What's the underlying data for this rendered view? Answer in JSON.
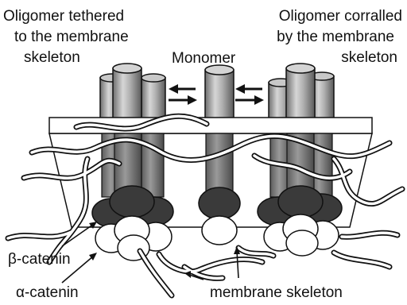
{
  "labels": {
    "left_title_line1": "Oligomer tethered",
    "left_title_line2": "to the membrane",
    "left_title_line3": "skeleton",
    "right_title_line1": "Oligomer corralled",
    "right_title_line2": "by the membrane",
    "right_title_line3": "skeleton",
    "monomer": "Monomer",
    "beta_catenin": "β-catenin",
    "alpha_catenin": "α-catenin",
    "membrane_skeleton": "membrane skeleton"
  }
}
